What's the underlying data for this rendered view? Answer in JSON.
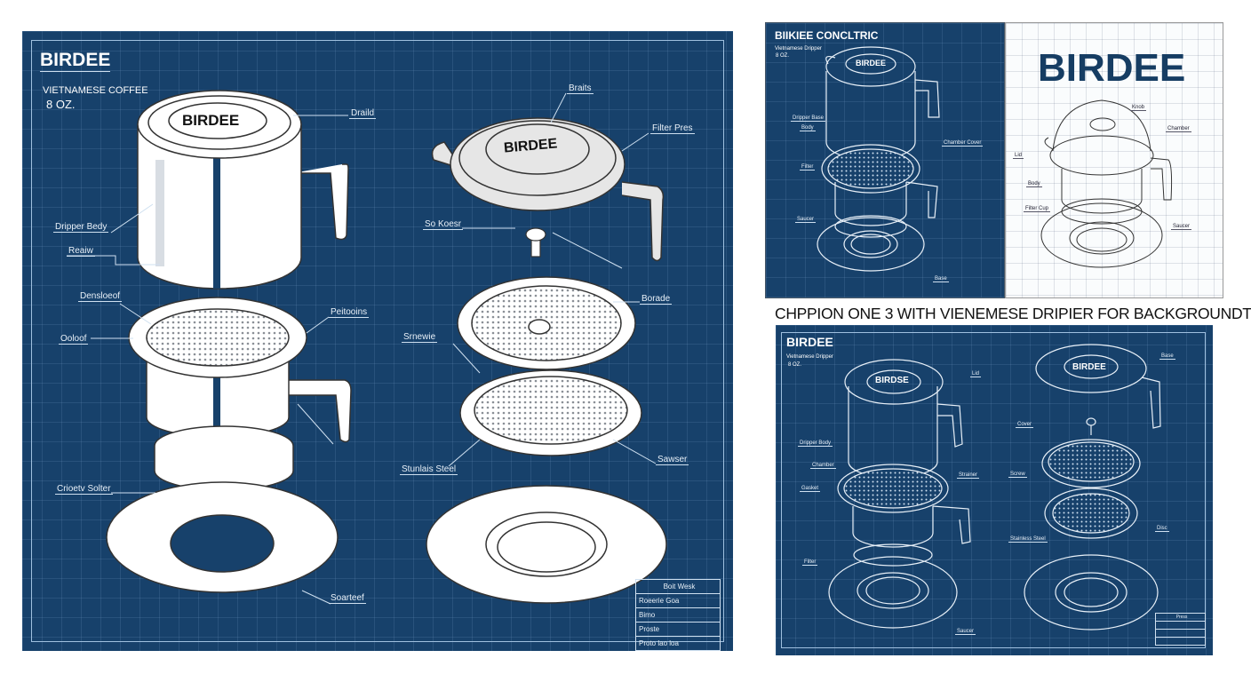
{
  "main_sheet": {
    "brand": "BIRDEE",
    "subtitle": "VIETNAMESE COFFEE",
    "size": "8 OZ.",
    "lid_logo": "BIRDEE",
    "press_logo": "BIRDEE",
    "labels": {
      "lid": "Draild",
      "body": "Dripper Bedy",
      "base": "Reaiw",
      "filter_rim": "Densloeof",
      "filter_top": "Peitooins",
      "filter_left": "Ooloof",
      "ring": "Crioetv Solter",
      "saucer": "Soarteef",
      "press_top": "Braits",
      "filter_press": "Filter Pres",
      "screw": "So Koesr",
      "press_disc": "Borade",
      "strainer": "Srnewie",
      "steel": "Stunlais Steel",
      "sawser": "Sawser"
    },
    "title_block": [
      "Boit Wesk",
      "Roeerie Goa",
      "Bimo",
      "Proste",
      "Proto lao loa"
    ]
  },
  "top_right": {
    "heading": "BIIKIEE CONCLTRIC",
    "subtitle": "Vietnamese Dripper",
    "size": "8 OZ.",
    "lid_logo": "BIRDEE",
    "white_brand": "BIRDEE",
    "labels_blue": [
      "Dripper Base",
      "Body",
      "Chamber Cover",
      "Filter",
      "Saucer",
      "Base"
    ],
    "labels_white": [
      "Knob",
      "Chamber",
      "Lid",
      "Body",
      "Filter Cup",
      "Saucer"
    ]
  },
  "caption": "CHPPION ONE 3 WITH VIENEMESE DRIPIER FOR BACKGROUNDT",
  "bottom_right": {
    "brand": "BIRDEE",
    "subtitle": "Vietnamese Dripper",
    "size": "8 OZ.",
    "lid_logo_left": "BIRDSE",
    "lid_logo_right": "BIRDEE",
    "labels": [
      "Lid",
      "Dripper Body",
      "Chamber",
      "Strainer",
      "Gasket",
      "Filter",
      "Saucer",
      "Base",
      "Cover",
      "Screw",
      "Press",
      "Stainless Steel",
      "Disc"
    ]
  },
  "colors": {
    "blueprint": "#17416b",
    "line": "#ffffff",
    "paper": "#fafcfd"
  }
}
